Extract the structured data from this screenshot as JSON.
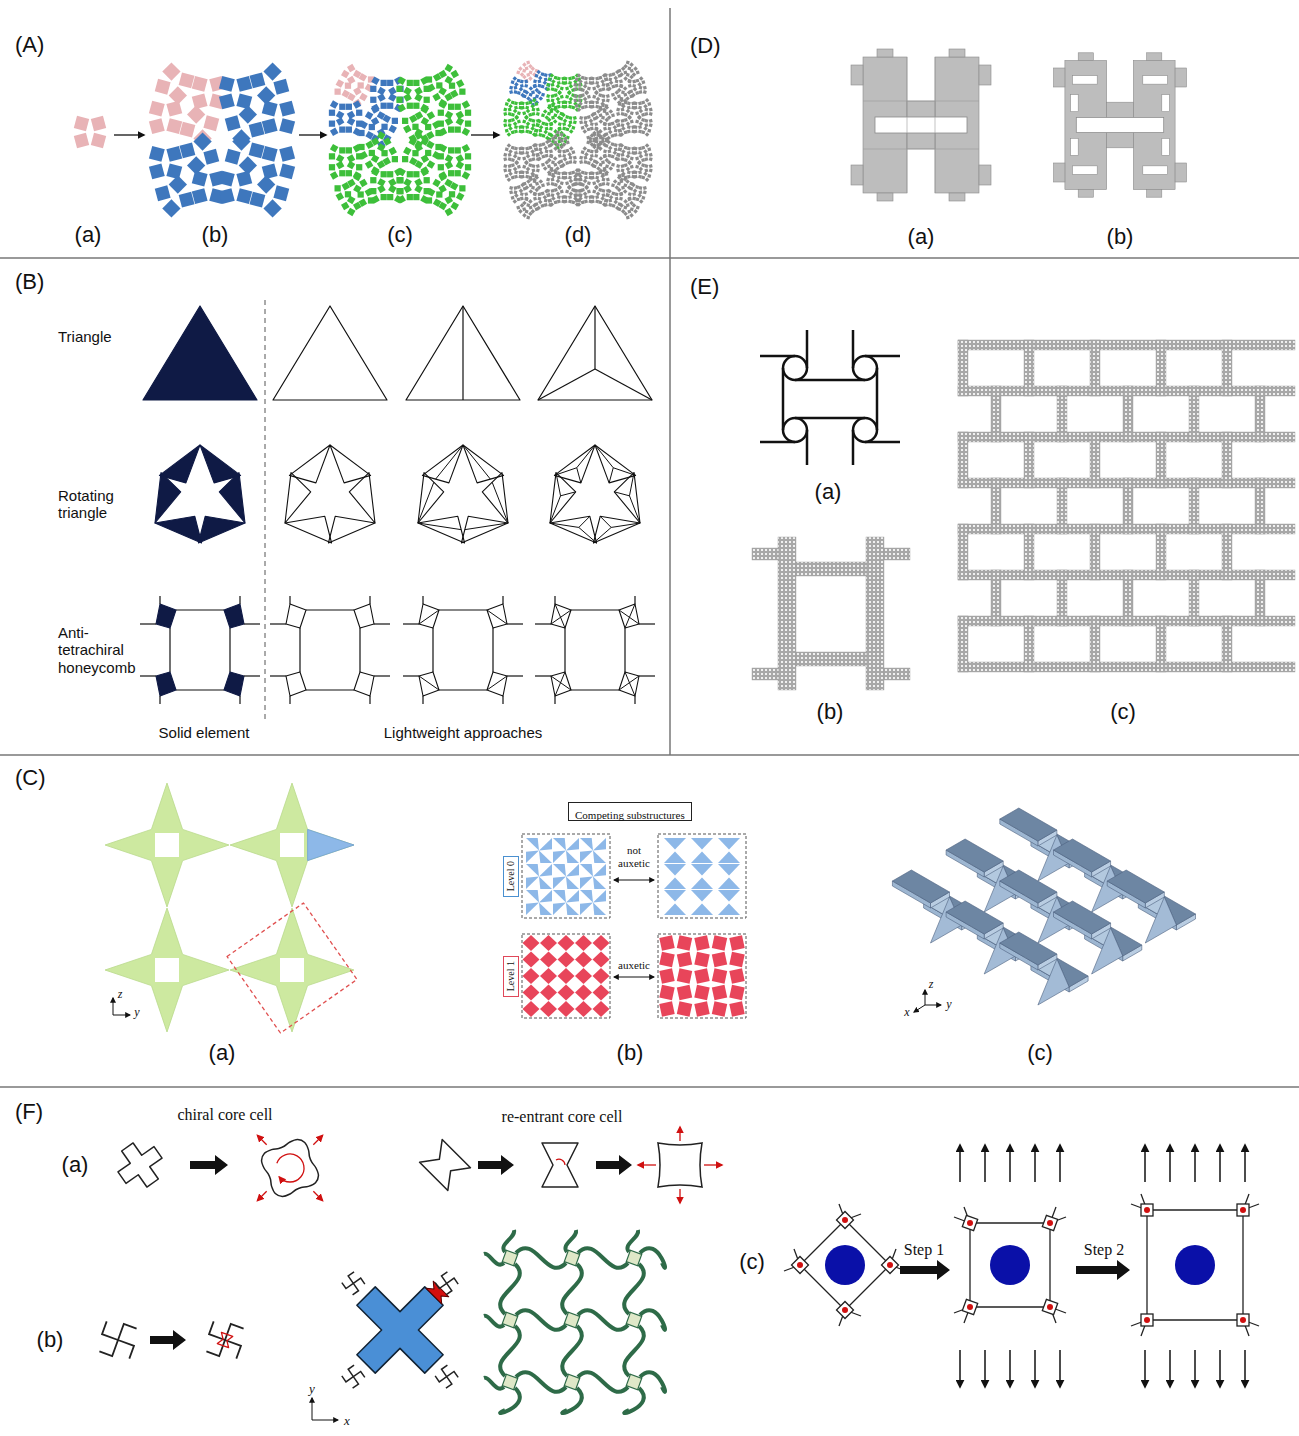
{
  "diagram": {
    "nodes": [
      {
        "text": [
          "Competing substructures"
        ]
      },
      {
        "text": [
          "Level 0"
        ]
      },
      {
        "text": [
          "Level 1"
        ]
      }
    ],
    "labels": [
      "(A)",
      "(a)",
      "(b)",
      "(c)",
      "(d)",
      "(D)",
      "(a)",
      "(b)",
      "(B)",
      "Triangle",
      "Rotating triangle",
      "Anti-tetrachiral honeycomb",
      "Solid element",
      "Lightweight approaches",
      "(E)",
      "(a)",
      "(b)",
      "(c)",
      "(C)",
      "z",
      "y",
      "not auxetic",
      "auxetic",
      "x",
      "z",
      "y",
      "(a)",
      "(b)",
      "(c)",
      "(F)",
      "(a)",
      "chiral core cell",
      "re-entrant core cell",
      "(b)",
      "y",
      "x",
      "(c)",
      "Step 1",
      "Step 2"
    ]
  }
}
